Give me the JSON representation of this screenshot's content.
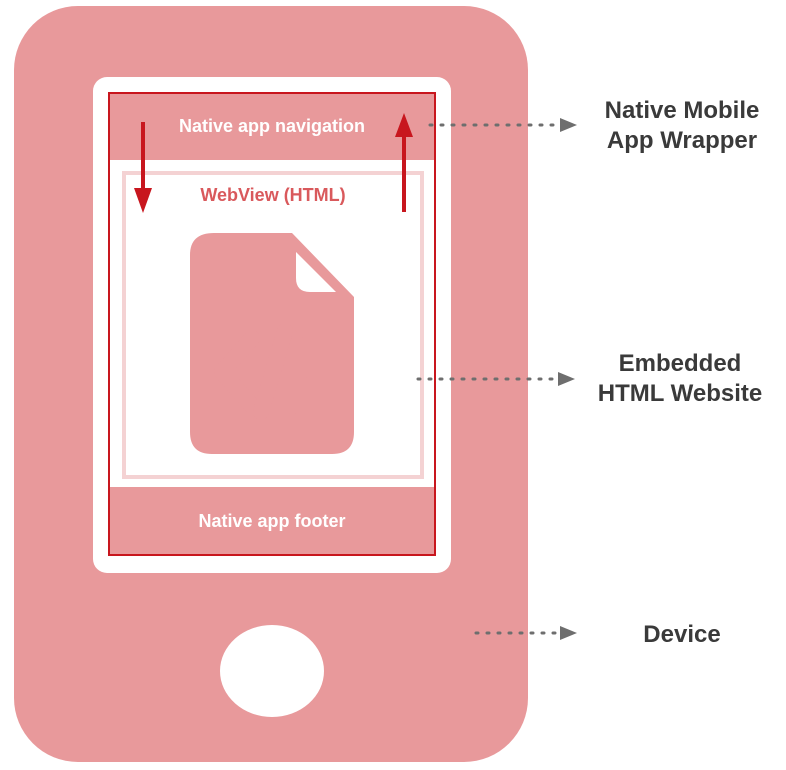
{
  "colors": {
    "device": "#e8999b",
    "accent_red": "#c8161e",
    "webview_text": "#d9595c",
    "frame_light": "#f4d2d3",
    "callout_text": "#3a3a3a",
    "connector": "#6e6e6e"
  },
  "phone": {
    "nav_label": "Native app navigation",
    "webview_label": "WebView (HTML)",
    "footer_label": "Native app footer",
    "file_icon": "code-file-icon"
  },
  "callouts": {
    "wrapper": {
      "line1": "Native Mobile",
      "line2": "App Wrapper"
    },
    "website": {
      "line1": "Embedded",
      "line2": "HTML Website"
    },
    "device": {
      "line1": "Device"
    }
  }
}
